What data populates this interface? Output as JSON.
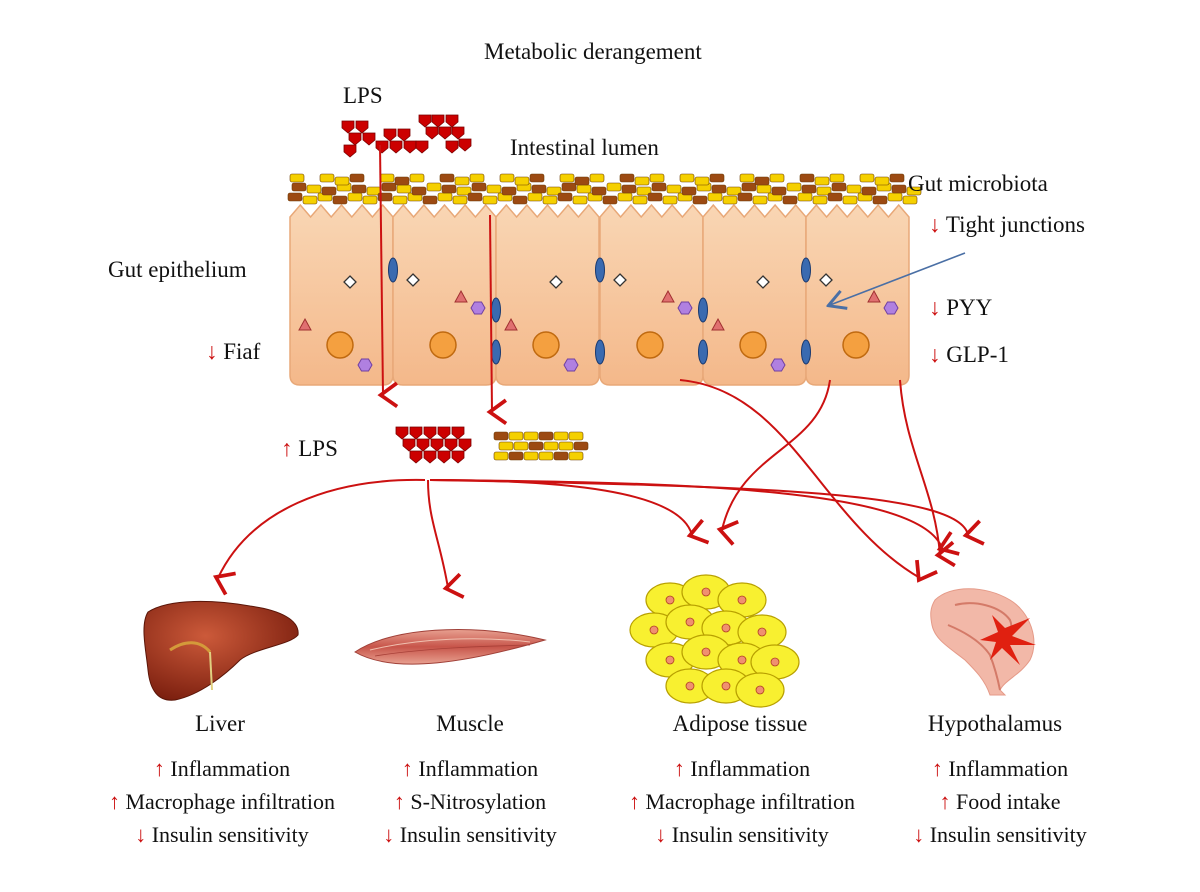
{
  "title": "Metabolic derangement",
  "labels": {
    "lps_top": "LPS",
    "intestinal_lumen": "Intestinal lumen",
    "gut_microbiota": "Gut microbiota",
    "gut_epithelium": "Gut epithelium",
    "tight_junctions": "Tight junctions",
    "pyy": "PYY",
    "glp1": "GLP-1",
    "fiaf": "Fiaf",
    "lps_mid": "LPS"
  },
  "arrows": {
    "up": "↑",
    "down": "↓"
  },
  "organs": [
    {
      "name": "Liver",
      "effects": [
        {
          "dir": "↑",
          "text": "Inflammation"
        },
        {
          "dir": "↑",
          "text": "Macrophage infiltration"
        },
        {
          "dir": "↓",
          "text": "Insulin sensitivity"
        }
      ]
    },
    {
      "name": "Muscle",
      "effects": [
        {
          "dir": "↑",
          "text": "Inflammation"
        },
        {
          "dir": "↑",
          "text": "S-Nitrosylation"
        },
        {
          "dir": "↓",
          "text": "Insulin sensitivity"
        }
      ]
    },
    {
      "name": "Adipose tissue",
      "effects": [
        {
          "dir": "↑",
          "text": "Inflammation"
        },
        {
          "dir": "↑",
          "text": "Macrophage infiltration"
        },
        {
          "dir": "↓",
          "text": "Insulin sensitivity"
        }
      ]
    },
    {
      "name": "Hypothalamus",
      "effects": [
        {
          "dir": "↑",
          "text": "Inflammation"
        },
        {
          "dir": "↑",
          "text": "Food intake"
        },
        {
          "dir": "↓",
          "text": "Insulin sensitivity"
        }
      ]
    }
  ],
  "colors": {
    "arrow_red": "#cc1111",
    "tight_junction_arrow": "#4a6fa5",
    "cell_fill": "#f7c9a0",
    "cell_edge": "#e8a878",
    "lps_red": "#cc0000",
    "microbe_yellow": "#f5d000",
    "microbe_brown": "#9c4a12",
    "fat_yellow": "#f8f030",
    "liver": "#a8331c",
    "muscle": "#d4716a",
    "brain": "#f0b0a0"
  }
}
